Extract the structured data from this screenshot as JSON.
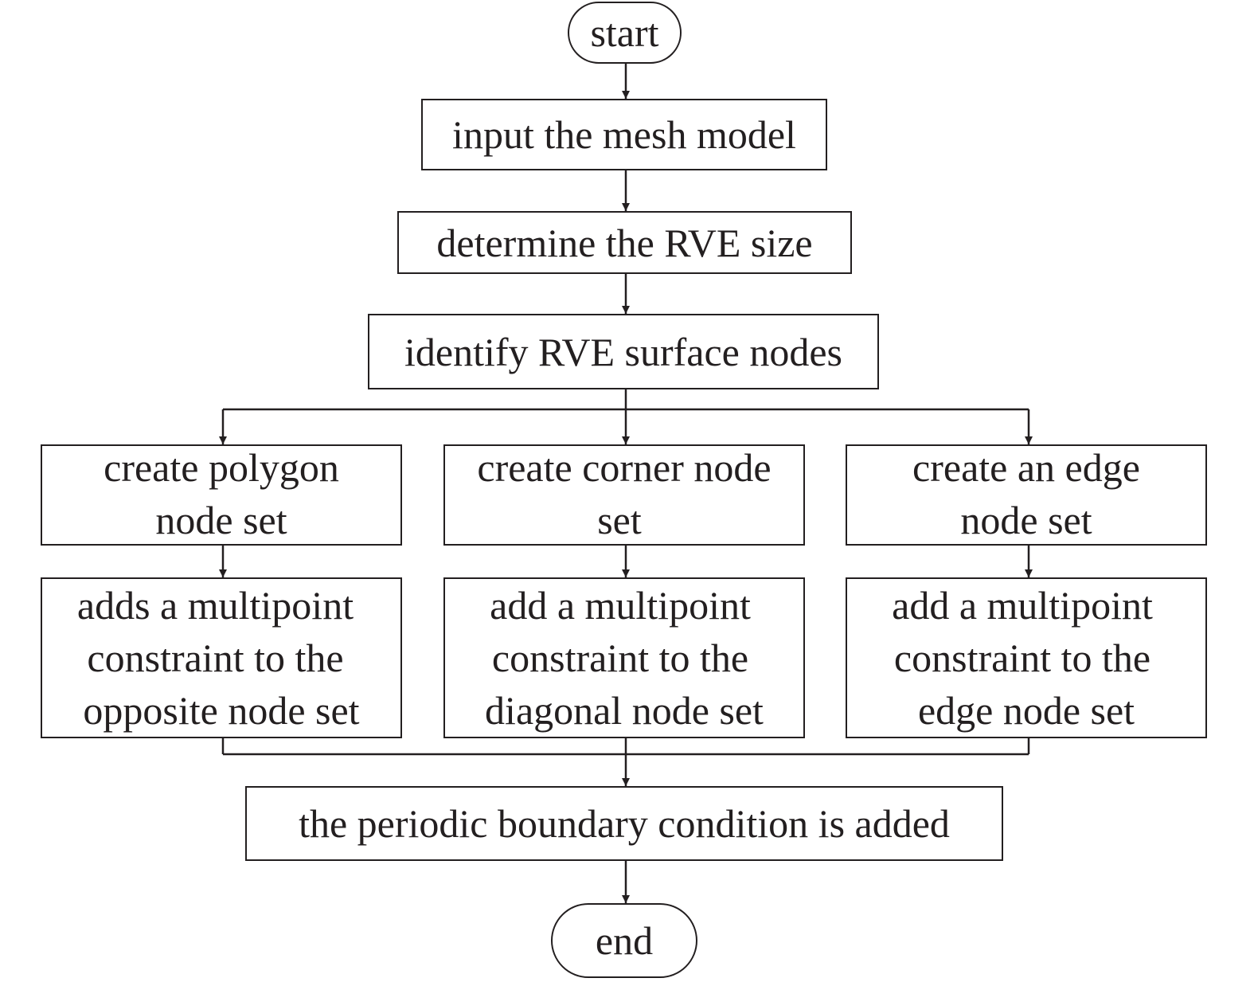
{
  "flowchart": {
    "start": "start",
    "input_mesh": "input the mesh model",
    "determine_size": "determine the RVE size",
    "identify_nodes": "identify RVE surface nodes",
    "polygon_set": [
      "create polygon",
      "node set"
    ],
    "corner_set": [
      "create corner node",
      "set"
    ],
    "edge_set": [
      "create an edge",
      "node set"
    ],
    "polygon_constraint": [
      "adds a multipoint",
      "constraint to the",
      "opposite node set"
    ],
    "corner_constraint": [
      "add a multipoint",
      "constraint to the",
      "diagonal node set"
    ],
    "edge_constraint": [
      "add a multipoint",
      "constraint to the",
      "edge node set"
    ],
    "pbc_added": "the periodic boundary condition is added",
    "end": "end"
  },
  "colors": {
    "stroke": "#231f20",
    "background": "#ffffff"
  }
}
